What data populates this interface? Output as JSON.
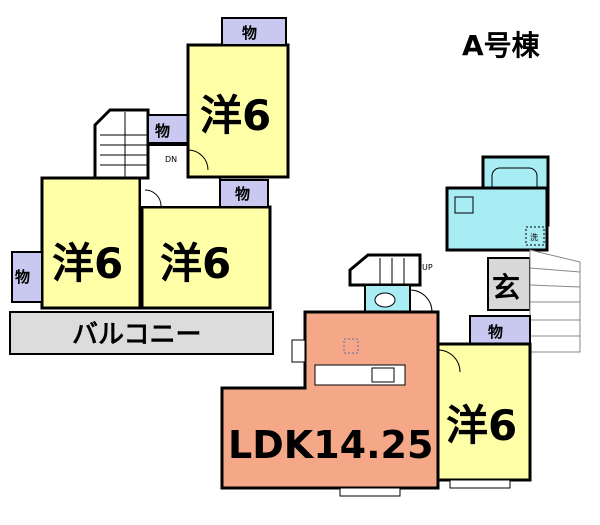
{
  "building_title": "A号棟",
  "upper_floor": {
    "room_top": "洋6",
    "room_left": "洋6",
    "room_center": "洋6",
    "balcony": "バルコニー",
    "storage_top": "物",
    "storage_stair": "物",
    "storage_center": "物",
    "storage_left": "物",
    "stair_mark": "DN"
  },
  "lower_floor": {
    "ldk": "LDK14.25",
    "room_right": "洋6",
    "storage_right": "物",
    "entrance": "玄",
    "stair_mark": "UP",
    "washer_mark": "洗"
  },
  "colors": {
    "western_room": "#ffffa8",
    "ldk": "#f5a888",
    "wet_area": "#a8ecf4",
    "storage": "#c8c8f0",
    "balcony": "#dcdcdc",
    "entrance": "#d8d8d8",
    "wall": "#000000"
  }
}
